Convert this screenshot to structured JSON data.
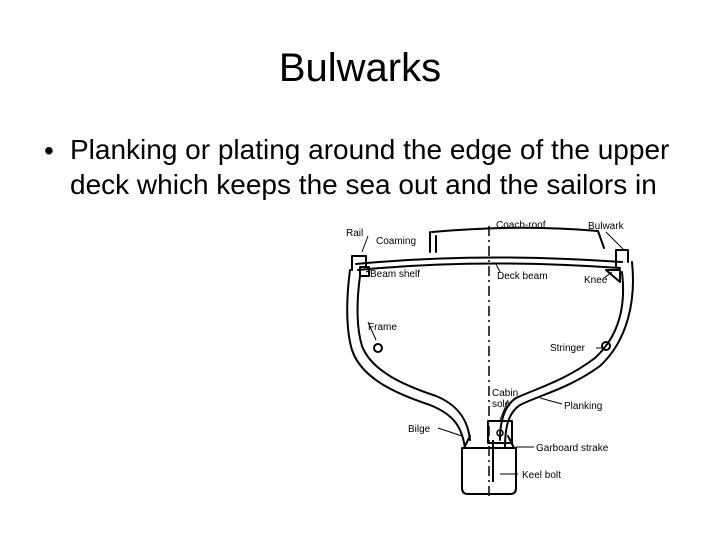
{
  "slide": {
    "title": "Bulwarks",
    "bullet": "Planking or plating around the edge of the upper deck which keeps the sea out and the sailors in"
  },
  "diagram": {
    "labels": {
      "rail": "Rail",
      "coaming": "Coaming",
      "coach_roof": "Coach-roof",
      "bulwark": "Bulwark",
      "beam_shelf": "Beam shelf",
      "deck_beam": "Deck beam",
      "knee": "Knee",
      "frame": "Frame",
      "stringer": "Stringer",
      "cabin_sole": "Cabin sole",
      "planking": "Planking",
      "bilge": "Bilge",
      "garboard_strake": "Garboard strake",
      "keel_bolt": "Keel bolt"
    }
  }
}
